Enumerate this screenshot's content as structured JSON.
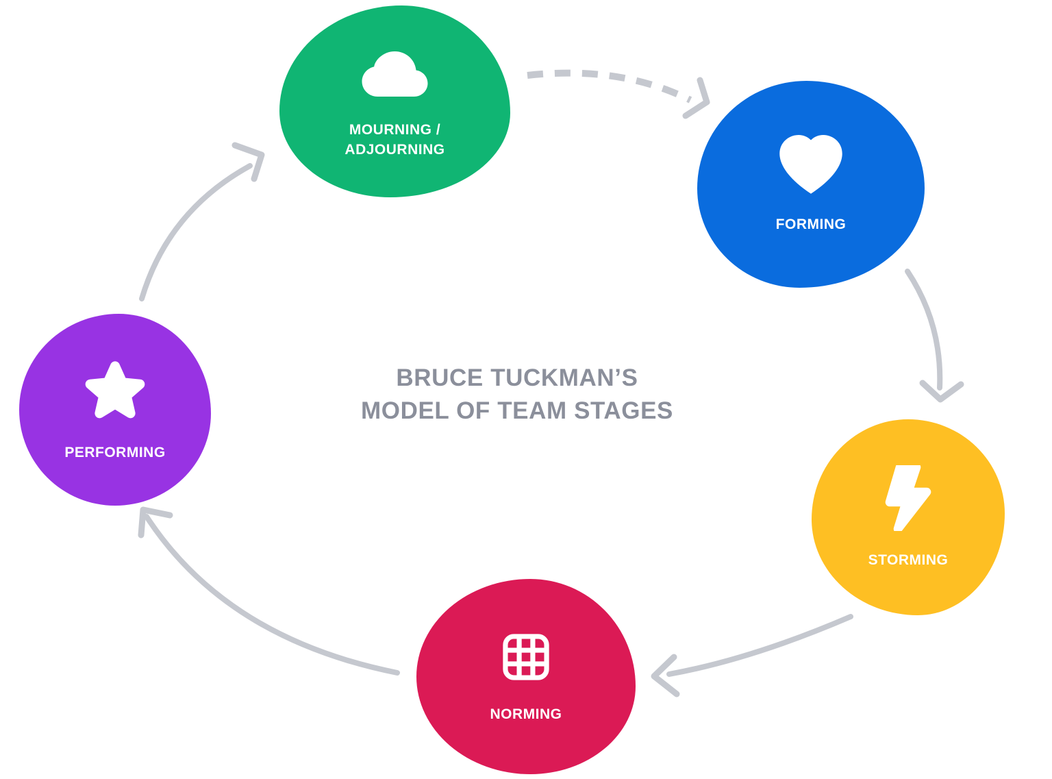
{
  "title": {
    "line1": "BRUCE TUCKMAN’S",
    "line2": "MODEL OF TEAM STAGES",
    "color": "#8B8F9B"
  },
  "stages": [
    {
      "id": "mourning",
      "label_line1": "MOURNING /",
      "label_line2": "ADJOURNING",
      "color": "#10B573",
      "icon": "cloud-icon"
    },
    {
      "id": "forming",
      "label_line1": "FORMING",
      "color": "#0A6CDE",
      "icon": "heart-icon"
    },
    {
      "id": "storming",
      "label_line1": "STORMING",
      "color": "#FEBF23",
      "icon": "lightning-icon"
    },
    {
      "id": "norming",
      "label_line1": "NORMING",
      "color": "#DB1A55",
      "icon": "grid-icon"
    },
    {
      "id": "performing",
      "label_line1": "PERFORMING",
      "color": "#9833E3",
      "icon": "star-icon"
    }
  ],
  "connector_color": "#C5C8CF",
  "connectors": [
    {
      "from": "mourning",
      "to": "forming",
      "style": "dashed"
    },
    {
      "from": "forming",
      "to": "storming",
      "style": "solid"
    },
    {
      "from": "storming",
      "to": "norming",
      "style": "solid"
    },
    {
      "from": "norming",
      "to": "performing",
      "style": "solid"
    },
    {
      "from": "performing",
      "to": "mourning",
      "style": "solid"
    }
  ]
}
